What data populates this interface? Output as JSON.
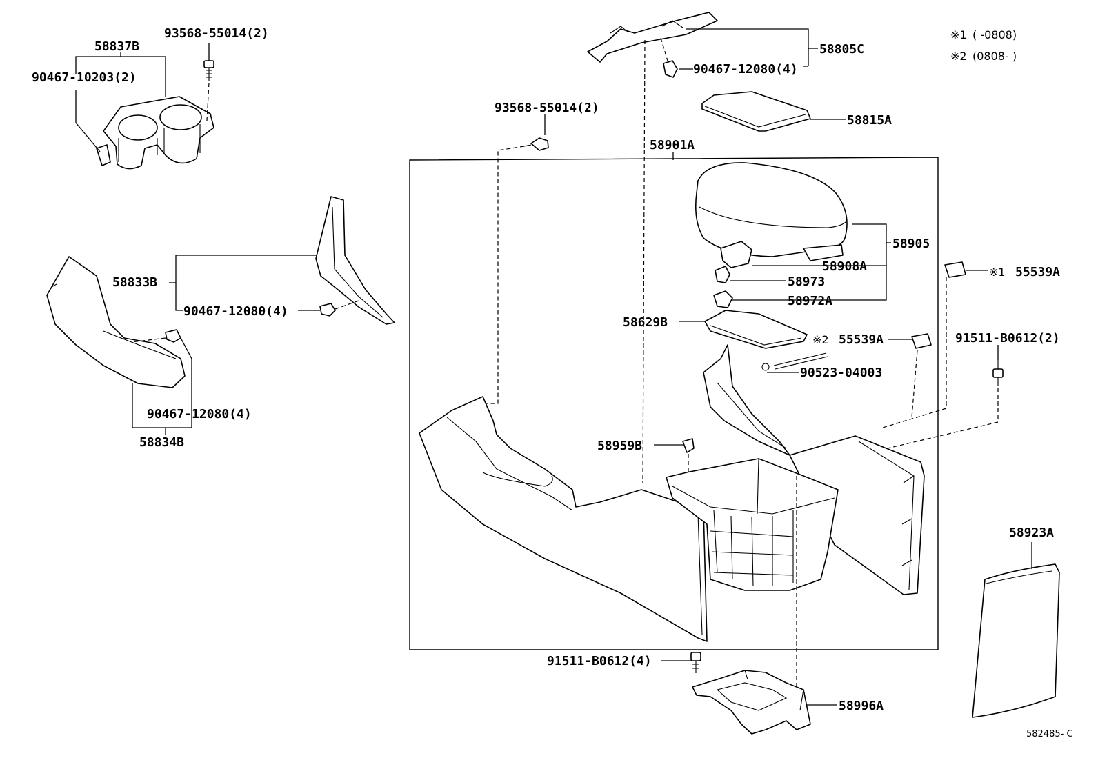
{
  "notes": [
    {
      "mark": "※1",
      "text": "(      -0808)"
    },
    {
      "mark": "※2",
      "text": "(0808-      )"
    }
  ],
  "labels": {
    "p58837B": "58837B",
    "p93568_55014_a": "93568-55014(2)",
    "p90467_10203": "90467-10203(2)",
    "p58805C": "58805C",
    "p90467_12080_top": "90467-12080(4)",
    "p58815A": "58815A",
    "p93568_55014_b": "93568-55014(2)",
    "p58901A": "58901A",
    "p58905": "58905",
    "p58908A": "58908A",
    "p58973": "58973",
    "p58972A": "58972A",
    "p58629B": "58629B",
    "p55539A_2_mark": "※2",
    "p55539A_2": "55539A",
    "p55539A_1_mark": "※1",
    "p55539A_1": "55539A",
    "p91511_B0612_2": "91511-B0612(2)",
    "p90523_04003": "90523-04003",
    "p58833B": "58833B",
    "p90467_12080_mid": "90467-12080(4)",
    "p90467_12080_low": "90467-12080(4)",
    "p58834B": "58834B",
    "p58959B": "58959B",
    "p58923A": "58923A",
    "p91511_B0612_4": "91511-B0612(4)",
    "p58996A": "58996A",
    "figure_code": "582485- C"
  }
}
